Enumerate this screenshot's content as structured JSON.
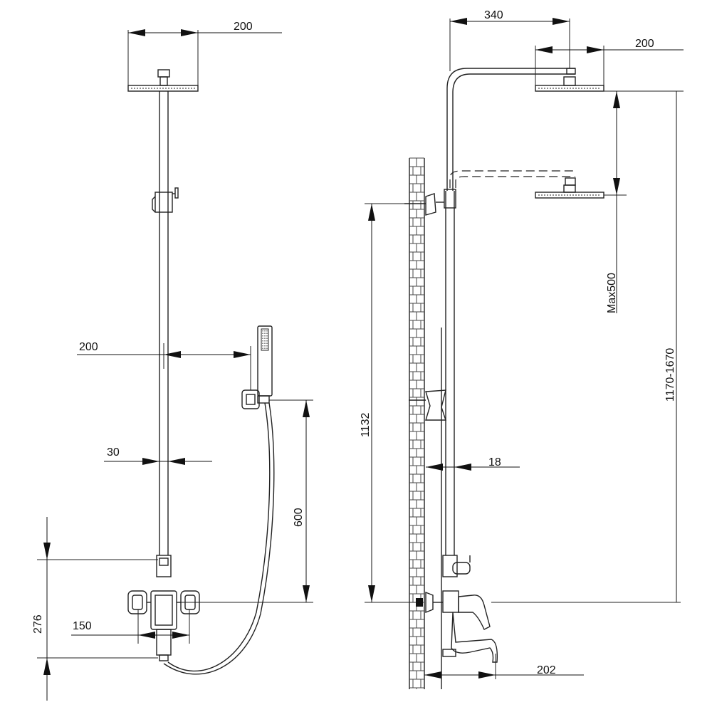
{
  "dimensions": {
    "front_head_width": "200",
    "front_handshower_offset": "200",
    "front_pipe_diameter": "30",
    "front_holder_height": "600",
    "front_mixer_height": "276",
    "front_mixer_centers": "150",
    "side_arm_length": "340",
    "side_head_width": "200",
    "side_slide_max": "Max500",
    "side_total_height": "1170-1670",
    "side_wall_bracket_height": "1132",
    "side_pipe_wall_gap": "18",
    "side_spout_projection": "202"
  }
}
